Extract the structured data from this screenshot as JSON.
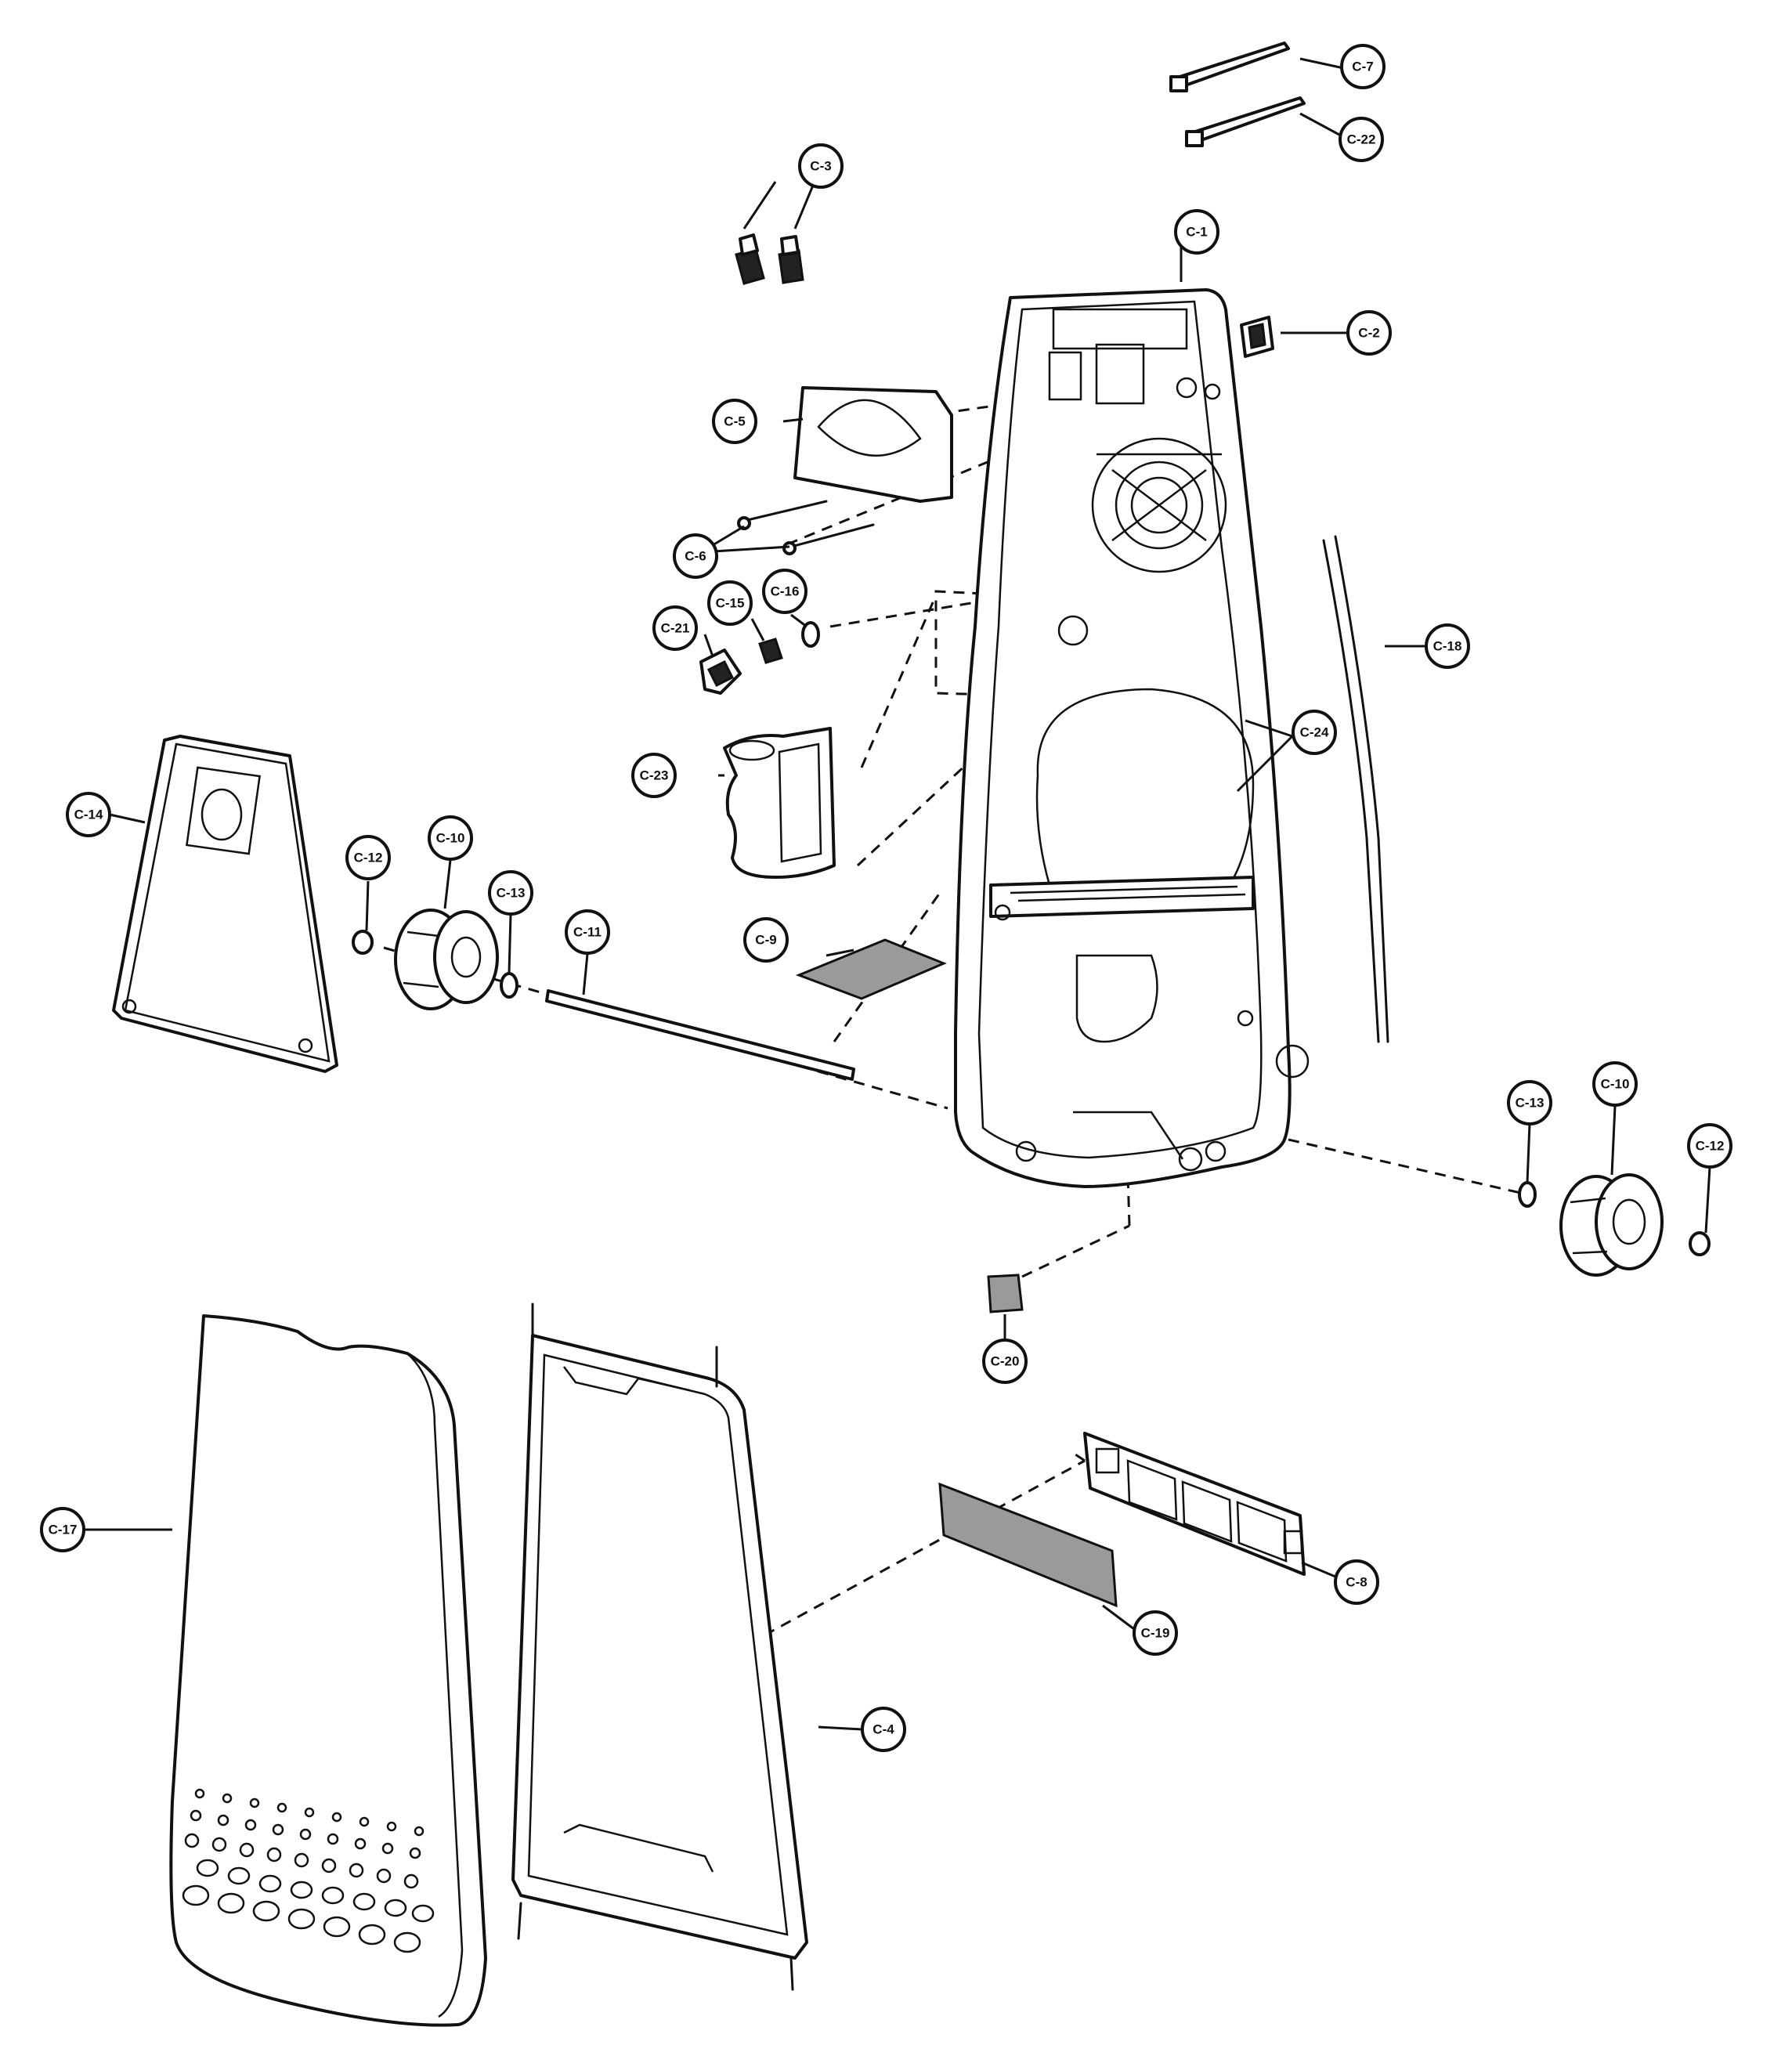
{
  "labels": {
    "c1": "C-1",
    "c2": "C-2",
    "c3": "C-3",
    "c4": "C-4",
    "c5": "C-5",
    "c6": "C-6",
    "c7": "C-7",
    "c8": "C-8",
    "c9": "C-9",
    "c10a": "C-10",
    "c10b": "C-10",
    "c11": "C-11",
    "c12a": "C-12",
    "c12b": "C-12",
    "c13a": "C-13",
    "c13b": "C-13",
    "c14": "C-14",
    "c15": "C-15",
    "c16": "C-16",
    "c17": "C-17",
    "c18": "C-18",
    "c19": "C-19",
    "c20": "C-20",
    "c21": "C-21",
    "c22": "C-22",
    "c23": "C-23",
    "c24": "C-24"
  }
}
